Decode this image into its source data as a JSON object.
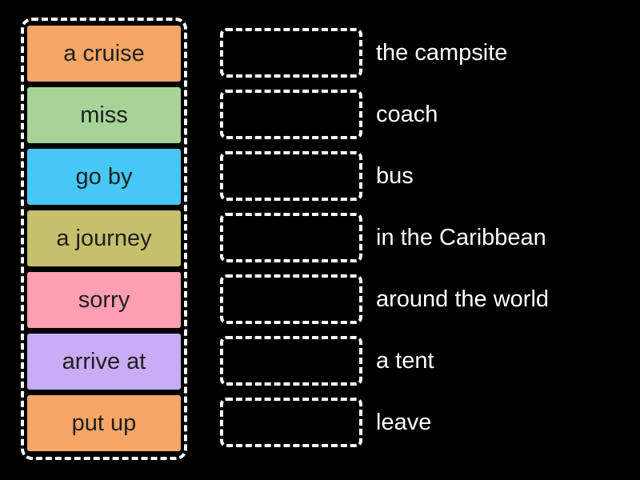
{
  "background_color": "#000000",
  "game": {
    "type": "match-up",
    "dash_border_color": "#ffffff",
    "tile_text_color": "#202020",
    "label_text_color": "#ffffff",
    "left_panel": {
      "tiles": [
        {
          "label": "a cruise",
          "color": "#F6A666"
        },
        {
          "label": "miss",
          "color": "#A7D397"
        },
        {
          "label": "go by",
          "color": "#45C8F5"
        },
        {
          "label": "a journey",
          "color": "#C6C06D"
        },
        {
          "label": "sorry",
          "color": "#FE9FB3"
        },
        {
          "label": "arrive at",
          "color": "#C8ACF4"
        },
        {
          "label": "put up",
          "color": "#F6A666"
        }
      ]
    },
    "right_panel": {
      "rows": [
        {
          "label": "the campsite"
        },
        {
          "label": "coach"
        },
        {
          "label": "bus"
        },
        {
          "label": "in the Caribbean"
        },
        {
          "label": "around the world"
        },
        {
          "label": "a tent"
        },
        {
          "label": "leave"
        }
      ]
    }
  }
}
